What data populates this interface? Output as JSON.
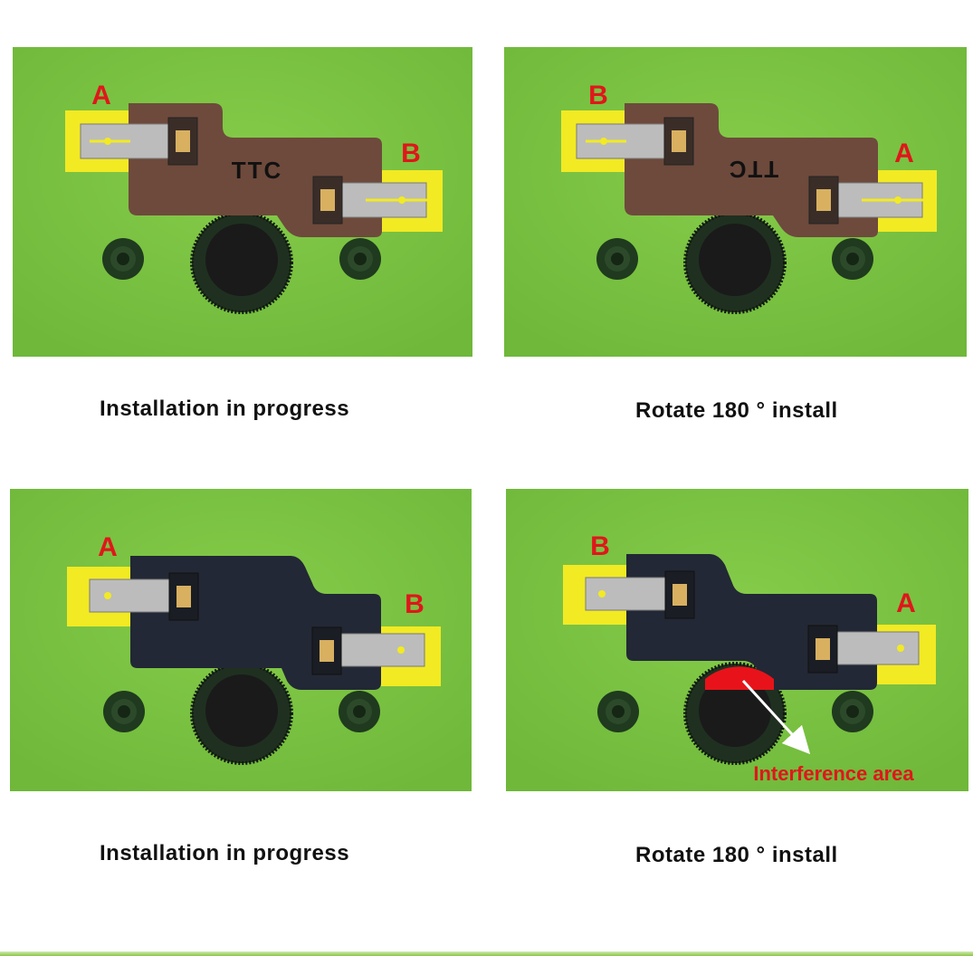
{
  "colors": {
    "board_green": "#7cc242",
    "terminal_yellow": "#f2ea23",
    "label_red": "#e0161b",
    "brown_module": "#6e4a3c",
    "black_module": "#222835",
    "interference_red": "#e8131a"
  },
  "panels": [
    {
      "module": "brown",
      "left_label": "A",
      "right_label": "B",
      "logo": "TTC",
      "logo_rotated": false,
      "caption": "Installation in progress"
    },
    {
      "module": "brown",
      "left_label": "B",
      "right_label": "A",
      "logo": "TTC",
      "logo_rotated": true,
      "caption": "Rotate 180 ° install"
    },
    {
      "module": "black",
      "left_label": "A",
      "right_label": "B",
      "caption": "Installation in progress"
    },
    {
      "module": "black",
      "left_label": "B",
      "right_label": "A",
      "interference_label": "Interference area",
      "caption": "Rotate 180 ° install"
    }
  ]
}
